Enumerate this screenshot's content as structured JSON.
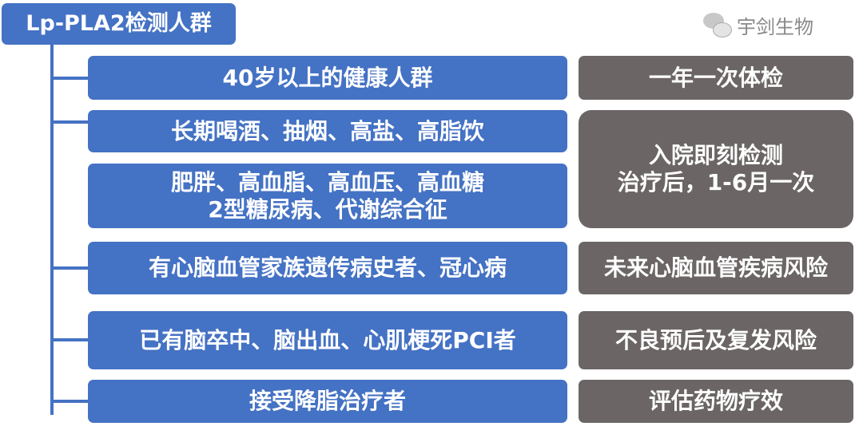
{
  "title": "Lp-PLA2检测人群",
  "colors": {
    "blue": "#4472C4",
    "gray": "#6b6565"
  },
  "groups": [
    {
      "label": "40岁以上的健康人群"
    },
    {
      "label": "长期喝酒、抽烟、高盐、高脂饮"
    },
    {
      "label_line1": "肥胖、高血脂、高血压、高血糖",
      "label_line2": "2型糖尿病、代谢综合征"
    },
    {
      "label": "有心脑血管家族遗传病史者、冠心病"
    },
    {
      "label": "已有脑卒中、脑出血、心肌梗死PCI者"
    },
    {
      "label": "接受降脂治疗者"
    }
  ],
  "recommendations": [
    {
      "label": "一年一次体检"
    },
    {
      "line1": "入院即刻检测",
      "line2": "治疗后，1-6月一次"
    },
    {
      "label": "未来心脑血管疾病风险"
    },
    {
      "label": "不良预后及复发风险"
    },
    {
      "label": "评估药物疗效"
    }
  ],
  "watermark": {
    "icon": "wechat-icon",
    "text": "宇剑生物"
  }
}
